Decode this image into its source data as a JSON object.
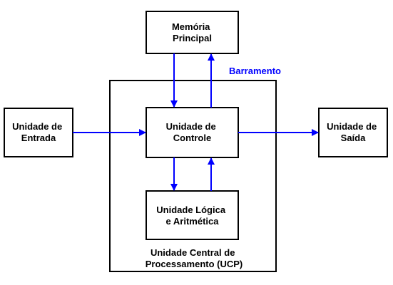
{
  "colors": {
    "line": "#0000ff",
    "box_stroke": "#000000",
    "text": "#000000",
    "bus_label": "#0000ff"
  },
  "memory": {
    "line1": "Memória",
    "line2": "Principal"
  },
  "bus": {
    "label": "Barramento"
  },
  "input_unit": {
    "line1": "Unidade de",
    "line2": "Entrada"
  },
  "control_unit": {
    "line1": "Unidade de",
    "line2": "Controle"
  },
  "output_unit": {
    "line1": "Unidade de",
    "line2": "Saída"
  },
  "alu": {
    "line1": "Unidade Lógica",
    "line2": "e Aritmética"
  },
  "cpu": {
    "line1": "Unidade Central de",
    "line2": "Processamento (UCP)"
  }
}
